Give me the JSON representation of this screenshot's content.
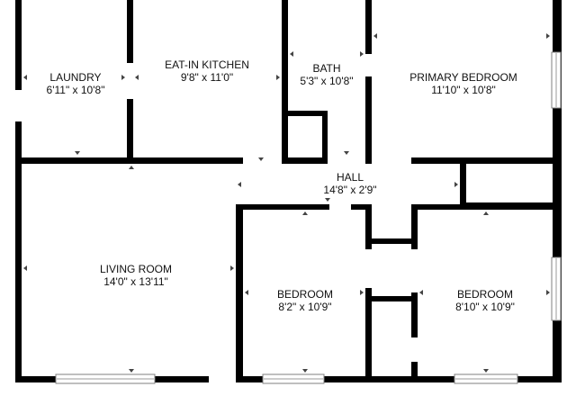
{
  "floorplan": {
    "wall_color": "#000000",
    "background_color": "#ffffff",
    "window_color": "#7f7f7f",
    "rooms": [
      {
        "id": "laundry",
        "name": "LAUNDRY",
        "dims": "6'11\" x 10'8\""
      },
      {
        "id": "eat-in-kitchen",
        "name": "EAT-IN KITCHEN",
        "dims": "9'8\" x 11'0\""
      },
      {
        "id": "bath",
        "name": "BATH",
        "dims": "5'3\" x 10'8\""
      },
      {
        "id": "primary-bedroom",
        "name": "PRIMARY BEDROOM",
        "dims": "11'10\" x 10'8\""
      },
      {
        "id": "hall",
        "name": "HALL",
        "dims": "14'8\" x 2'9\""
      },
      {
        "id": "living-room",
        "name": "LIVING ROOM",
        "dims": "14'0\" x 13'11\""
      },
      {
        "id": "bedroom-2",
        "name": "BEDROOM",
        "dims": "8'2\" x 10'9\""
      },
      {
        "id": "bedroom-3",
        "name": "BEDROOM",
        "dims": "8'10\" x 10'9\""
      }
    ]
  }
}
